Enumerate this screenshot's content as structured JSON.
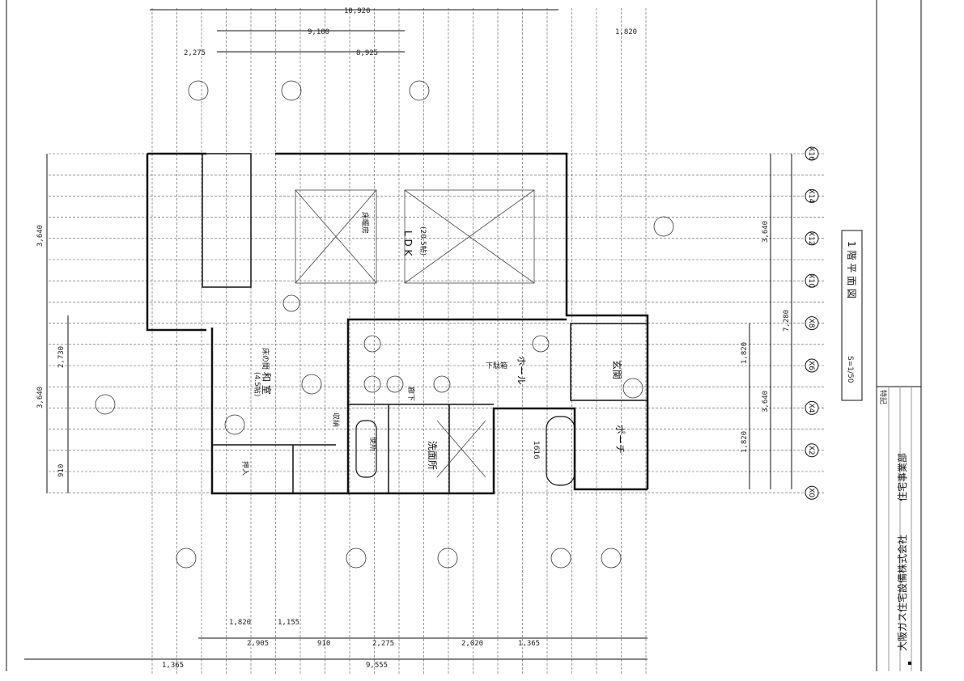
{
  "title_block": {
    "drawing_title": "1 階 平 面 図",
    "scale": "S=1/50",
    "notes_label": "特記",
    "company": "大阪ガス住宅設備株式会社",
    "division": "住宅事業部"
  },
  "dimensions": {
    "top": [
      "10,920",
      "9,100",
      "8,925",
      "2,275",
      "1,820"
    ],
    "bottom": [
      "1,820",
      "1,155",
      "2,905",
      "910",
      "2,275",
      "2,020",
      "1,365",
      "1,365",
      "9,555"
    ],
    "left": [
      "3,640",
      "3,640",
      "2,730",
      "910"
    ],
    "right": [
      "3,640",
      "7,280",
      "1,820",
      "3,640",
      "1,820"
    ]
  },
  "grid_labels": [
    "X16",
    "X14",
    "X12",
    "X10",
    "X8",
    "X6",
    "X4",
    "X2",
    "X0"
  ],
  "rooms": {
    "ldk": "L D K",
    "ldk_size": "(20.5帖)",
    "washitsu": "和 室",
    "washitsu_size": "(4.5帖)",
    "oshiire": "押入",
    "hall": "ホール",
    "senmen": "洗面所",
    "genkan": "玄関",
    "porch": "ポーチ",
    "bath": "1616",
    "toilet": "便所",
    "storage": "収納",
    "corridor": "廊下",
    "shoe": "下駄箱",
    "kitchen_note": "床暖房",
    "tokonoma": "床の間"
  }
}
